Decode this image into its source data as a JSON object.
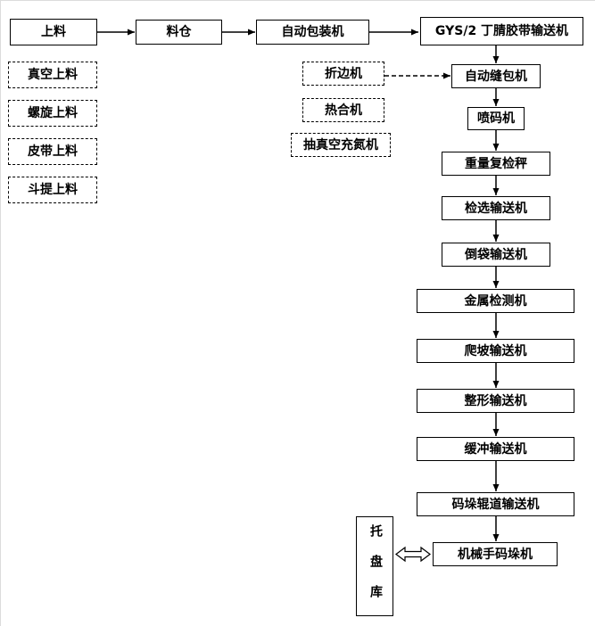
{
  "diagram": {
    "type": "flowchart",
    "background": "#ffffff",
    "line_color": "#000000"
  },
  "nodes": {
    "feed": {
      "label": "上料",
      "style": "solid"
    },
    "silo": {
      "label": "料仓",
      "style": "solid"
    },
    "auto_packer": {
      "label": "自动包装机",
      "style": "solid"
    },
    "gys_belt": {
      "label": "GYS/2 丁腈胶带输送机",
      "style": "solid"
    },
    "vacuum_feed": {
      "label": "真空上料",
      "style": "dash-dot"
    },
    "screw_feed": {
      "label": "螺旋上料",
      "style": "dash-dot"
    },
    "belt_feed": {
      "label": "皮带上料",
      "style": "dash-dot"
    },
    "bucket_feed": {
      "label": "斗提上料",
      "style": "dash-dot"
    },
    "edge_folder": {
      "label": "折边机",
      "style": "dash-dot"
    },
    "heat_sealer": {
      "label": "热合机",
      "style": "dash-dot"
    },
    "vacuum_nitrogen": {
      "label": "抽真空充氮机",
      "style": "dash-dot"
    },
    "auto_sewer": {
      "label": "自动缝包机",
      "style": "solid"
    },
    "inkjet_printer": {
      "label": "喷码机",
      "style": "solid"
    },
    "checkweigher": {
      "label": "重量复检秤",
      "style": "solid"
    },
    "sorting_conveyor": {
      "label": "检选输送机",
      "style": "solid"
    },
    "bag_turnover_conveyor": {
      "label": "倒袋输送机",
      "style": "solid"
    },
    "metal_detector": {
      "label": "金属检测机",
      "style": "solid"
    },
    "climbing_conveyor": {
      "label": "爬坡输送机",
      "style": "solid"
    },
    "shaping_conveyor": {
      "label": "整形输送机",
      "style": "solid"
    },
    "buffer_conveyor": {
      "label": "缓冲输送机",
      "style": "solid"
    },
    "palletizing_roller_conveyor": {
      "label": "码垛辊道输送机",
      "style": "solid"
    },
    "robot_palletizer": {
      "label": "机械手码垛机",
      "style": "solid"
    },
    "pallet_warehouse": {
      "label": "托盘库",
      "style": "solid"
    }
  }
}
